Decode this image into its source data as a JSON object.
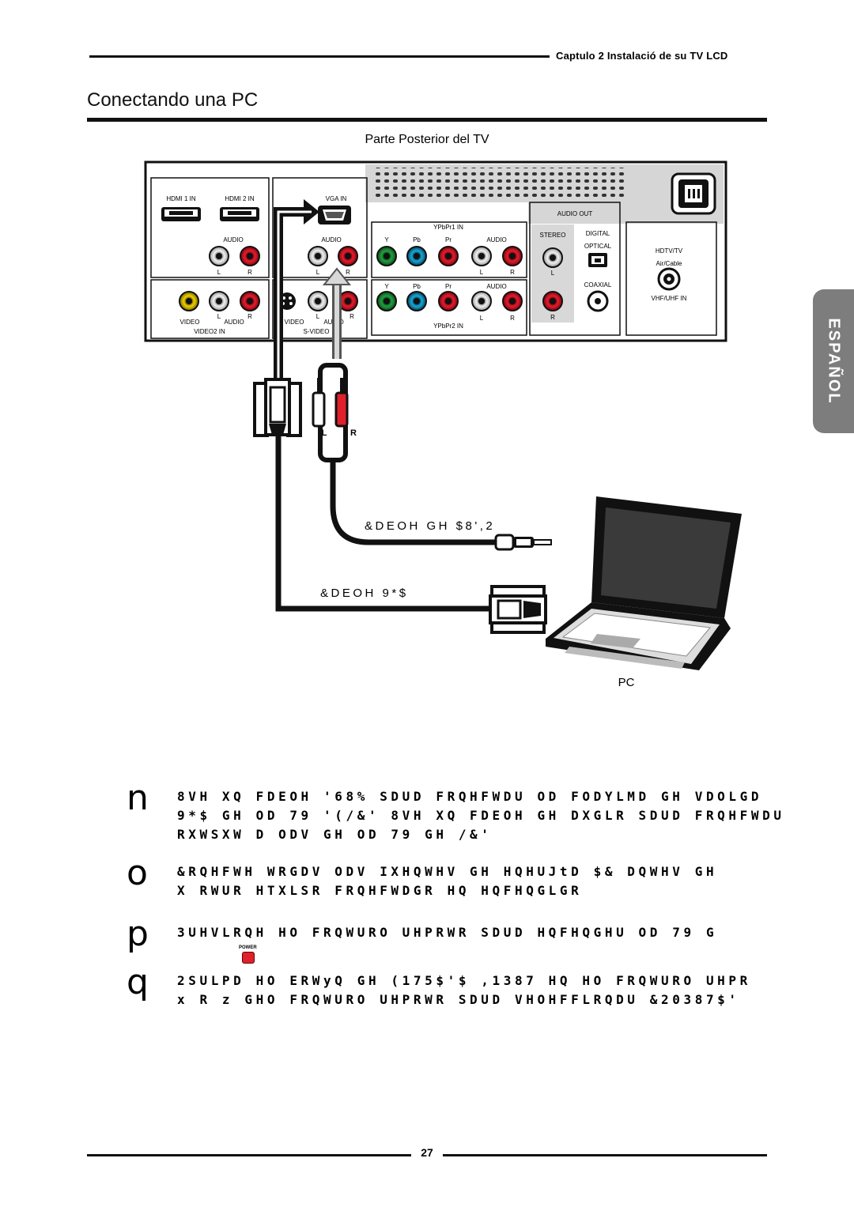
{
  "header": {
    "chapter": "Captulo 2 Instalació de su TV LCD"
  },
  "title": "Conectando una PC",
  "rear_caption": "Parte Posterior del TV",
  "side_tab": "ESPAÑOL",
  "panel": {
    "hdmi1": "HDMI 1 IN",
    "hdmi2": "HDMI 2 IN",
    "vga": "VGA IN",
    "audio": "AUDIO",
    "audio_out": "AUDIO OUT",
    "stereo": "STEREO",
    "digital": "DIGITAL",
    "optical": "OPTICAL",
    "coaxial": "COAXIAL",
    "hdtv": "HDTV/TV",
    "air_cable": "Air/Cable",
    "vhf_uhf": "VHF/UHF IN",
    "ypbpr1": "YPbPr1 IN",
    "ypbpr2": "YPbPr2 IN",
    "y": "Y",
    "pb": "Pb",
    "pr": "Pr",
    "l": "L",
    "r": "R",
    "video": "VIDEO",
    "video2_in": "VIDEO2 IN",
    "svideo": "S-VIDEO"
  },
  "cables": {
    "audio_label": "&DEOH GH $8',2",
    "vga_label": "&DEOH 9*$",
    "plug_l": "L",
    "plug_r": "R"
  },
  "pc_label": "PC",
  "steps": [
    {
      "num": "n",
      "lines": [
        "8VH XQ FDEOH '68% SDUD FRQHFWDU OD FODYLMD GH VDOLGD",
        "9*$ GH OD 79 '(/&' 8VH XQ FDEOH GH DXGLR SDUD FRQHFWDU",
        "RXWSXW D ODV GH OD 79 GH /&'"
      ]
    },
    {
      "num": "o",
      "lines": [
        "&RQHFWH WRGDV ODV IXHQWHV GH HQHUJtD $& DQWHV GH",
        "X RWUR HTXLSR FRQHFWDGR HQ HQFHQGLGR"
      ]
    },
    {
      "num": "p",
      "lines": [
        "3UHVLRQH HO FRQWURO UHPRWR SDUD HQFHQGHU OD 79 G"
      ]
    },
    {
      "num": "q",
      "lines": [
        "2SULPD HO ERWyQ GH (175$'$ ,1387 HQ HO FRQWURO UHPR",
        "x R z GHO FRQWURO UHPRWR SDUD VHOHFFLRQDU &20387$'"
      ]
    }
  ],
  "power_badge": "POWER",
  "page_number": "27"
}
